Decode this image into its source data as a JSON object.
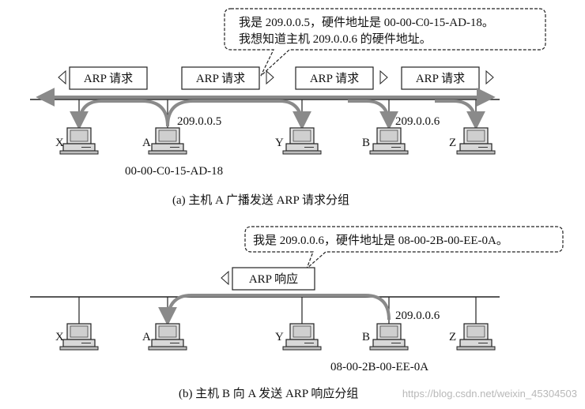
{
  "panel_a": {
    "bubble_line1": "我是 209.0.0.5，硬件地址是 00-00-C0-15-AD-18。",
    "bubble_line2": "我想知道主机 209.0.0.6 的硬件地址。",
    "request_label": "ARP 请求",
    "ip_a": "209.0.0.5",
    "ip_b": "209.0.0.6",
    "mac_a": "00-00-C0-15-AD-18",
    "caption": "(a) 主机 A 广播发送 ARP 请求分组",
    "hosts": [
      "X",
      "A",
      "Y",
      "B",
      "Z"
    ]
  },
  "panel_b": {
    "bubble_line1": "我是 209.0.0.6，硬件地址是 08-00-2B-00-EE-0A。",
    "reply_label": "ARP 响应",
    "ip_b": "209.0.0.6",
    "mac_b": "08-00-2B-00-EE-0A",
    "caption": "(b) 主机 B 向 A 发送 ARP 响应分组",
    "hosts": [
      "X",
      "A",
      "Y",
      "B",
      "Z"
    ]
  },
  "watermark": "https://blog.csdn.net/weixin_45304503"
}
